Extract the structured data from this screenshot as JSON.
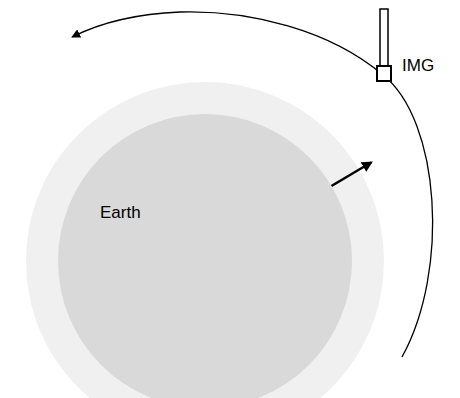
{
  "diagram": {
    "nodes": [
      {
        "text": [
          "Earth"
        ]
      },
      {
        "text": [
          "IMG"
        ]
      }
    ],
    "edges": [
      {
        "from": 0,
        "to": 1,
        "arrow": "to"
      }
    ]
  }
}
